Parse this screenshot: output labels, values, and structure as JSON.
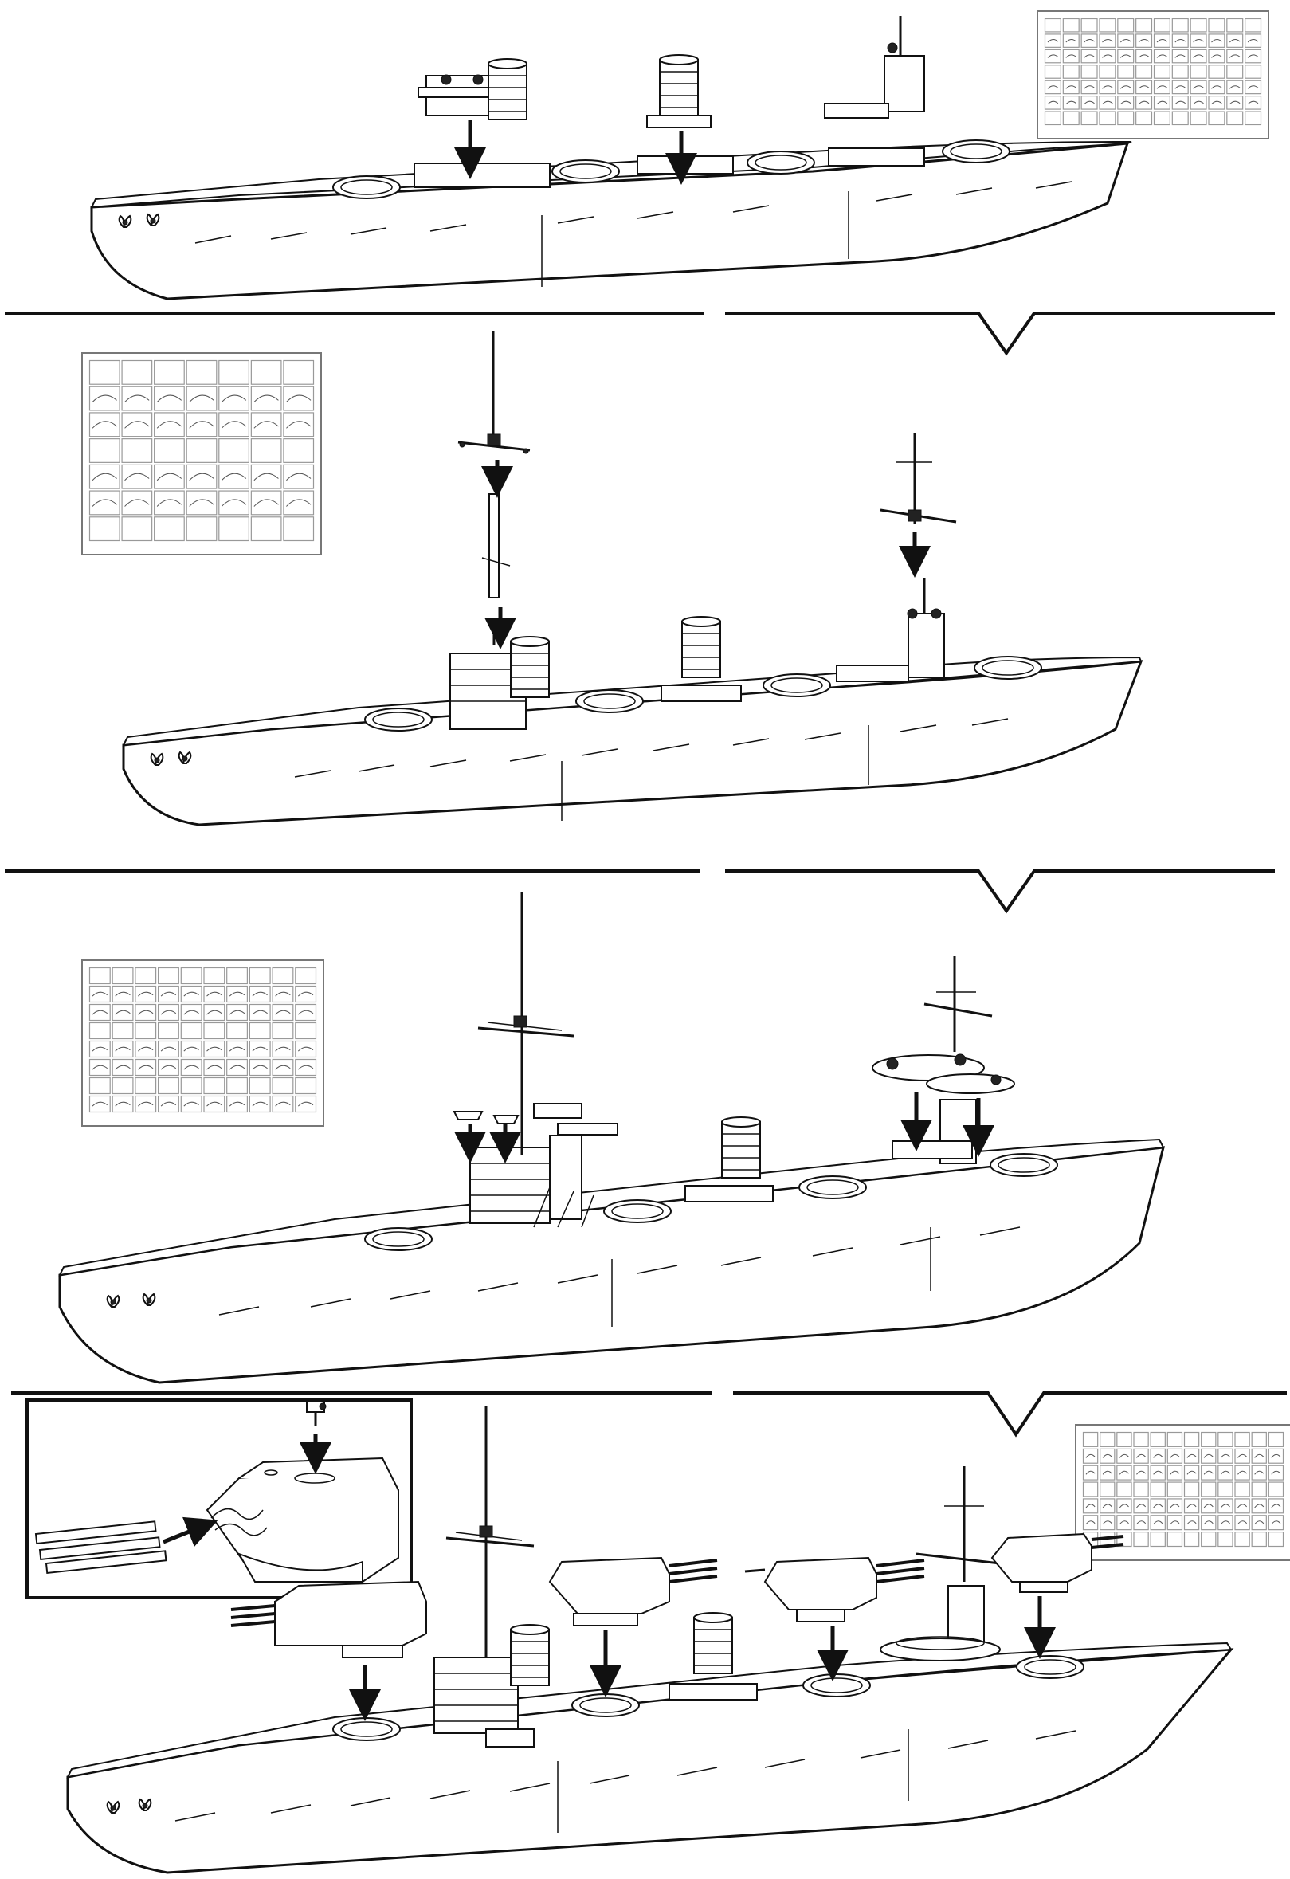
{
  "figure": {
    "steps": [
      {
        "id": "step-1",
        "sprue_grid": {
          "cols": 12,
          "rows": 7
        }
      },
      {
        "id": "step-2",
        "sprue_grid": {
          "cols": 7,
          "rows": 7
        }
      },
      {
        "id": "step-3",
        "sprue_grid": {
          "cols": 10,
          "rows": 8
        }
      },
      {
        "id": "step-4",
        "sprue_grid": {
          "cols": 12,
          "rows": 7
        }
      }
    ],
    "detail_inset": {
      "subject": "turret-detail"
    }
  }
}
